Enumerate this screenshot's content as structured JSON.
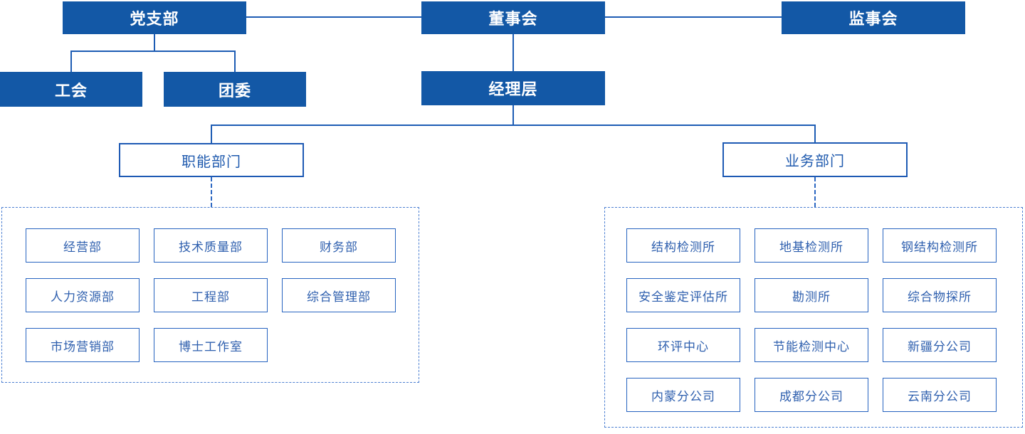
{
  "org_chart": {
    "top_level": [
      {
        "id": "party-branch",
        "label": "党支部"
      },
      {
        "id": "board-of-directors",
        "label": "董事会"
      },
      {
        "id": "board-of-supervisors",
        "label": "监事会"
      }
    ],
    "party_branch_children": [
      {
        "id": "labor-union",
        "label": "工会"
      },
      {
        "id": "youth-league",
        "label": "团委"
      }
    ],
    "management": {
      "id": "management-level",
      "label": "经理层"
    },
    "department_headers": [
      {
        "id": "functional-departments",
        "label": "职能部门"
      },
      {
        "id": "business-departments",
        "label": "业务部门"
      }
    ],
    "functional_departments": [
      "经营部",
      "技术质量部",
      "财务部",
      "人力资源部",
      "工程部",
      "综合管理部",
      "市场营销部",
      "博士工作室"
    ],
    "business_departments": [
      "结构检测所",
      "地基检测所",
      "钢结构检测所",
      "安全鉴定评估所",
      "勘测所",
      "综合物探所",
      "环评中心",
      "节能检测中心",
      "新疆分公司",
      "内蒙分公司",
      "成都分公司",
      "云南分公司"
    ]
  },
  "colors": {
    "node_fill_blue": "#1358a6",
    "node_text_white": "#ffffff",
    "outline_border_blue": "#1e5ab4",
    "node_text_blue": "#2e5fae",
    "connector_blue": "#1d5cb4",
    "dashed_connector_blue": "#2c67c2",
    "dashed_container_blue": "#4d80d2",
    "background": "#ffffff"
  }
}
